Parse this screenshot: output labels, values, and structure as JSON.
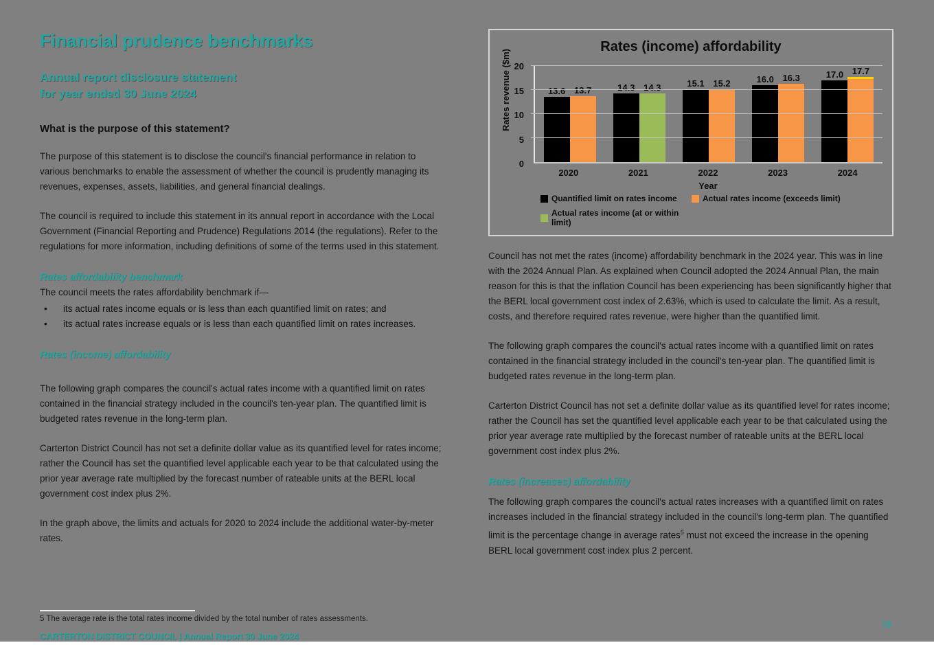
{
  "header": {
    "title": "Financial prudence benchmarks",
    "subtitle_line1": "Annual report disclosure statement",
    "subtitle_line2": "for year ended 30 June 2024"
  },
  "left_column": {
    "purpose_heading": "What is the purpose of this statement?",
    "purpose_p1": "The purpose of this statement is to disclose the council's financial performance in relation to various benchmarks to enable the assessment of whether the council is prudently managing its revenues, expenses, assets, liabilities, and general financial dealings.",
    "purpose_p2": "The council is required to include this statement in its annual report in accordance with the Local Government (Financial Reporting and Prudence) Regulations 2014 (the regulations). Refer to the regulations for more information, including definitions of some of the terms used in this statement.",
    "benchmark_heading": "Rates affordability benchmark",
    "benchmark_intro": "The council meets the rates affordability benchmark if—",
    "bullets": [
      "its actual rates income equals or is less than each quantified limit on rates; and",
      "its actual rates increase equals or is less than each quantified limit on rates increases."
    ],
    "income_heading": "Rates (income) affordability",
    "income_p1": "The following graph compares the council's actual rates income with a quantified limit on rates contained in the financial strategy included in the council's ten-year plan. The quantified limit is budgeted rates revenue in the long-term plan.",
    "income_p2": "Carterton District Council has not set a definite dollar value as its quantified level for rates income; rather the Council has set the quantified level applicable each year to be that calculated using the prior year average rate multiplied by the forecast number of rateable units at the BERL local government cost index plus 2%.",
    "income_p3": "In the graph above, the limits and actuals for 2020 to 2024 include the additional water-by-meter rates."
  },
  "right_column": {
    "p1": "Council has not met the rates (income) affordability benchmark in the 2024 year. This was in line with the 2024 Annual Plan. As explained when Council adopted the 2024 Annual Plan, the main reason for this is that the inflation Council has been experiencing has been significantly higher that the BERL local government cost index of 2.63%, which is used to calculate the limit. As a result, costs, and therefore required rates revenue, were higher than the quantified limit.",
    "p2": "The following graph compares the council's actual rates income with a quantified limit on rates contained in the financial strategy included in the council's ten-year plan. The quantified limit is budgeted rates revenue in the long-term plan.",
    "p3": "Carterton District Council has not set a definite dollar value as its quantified level for rates income; rather the Council has set the quantified level applicable each year to be that calculated using the prior year average rate multiplied by the forecast number of rateable units at the BERL local government cost index plus 2%.",
    "increases_heading": "Rates (increases) affordability",
    "p4_before": "The following graph compares the council's actual rates increases with a quantified limit on rates increases included in the financial strategy included in the council's long-term plan. The quantified limit is the percentage change in average rates",
    "p4_sup": "5",
    "p4_after": " must not exceed the increase in the opening BERL local government cost index plus 2 percent."
  },
  "footnote": {
    "text": "5 The average rate is the total rates income divided by the total number of rates assessments."
  },
  "footer": {
    "text": "CARTERTON DISTRICT COUNCIL | Annual Report 30 June 2024",
    "page_number": "79"
  },
  "colors": {
    "teal": "#23A5A0",
    "page_background": "#808080",
    "bar_black": "#000000",
    "bar_orange": "#F79646",
    "bar_green": "#9BBB59"
  },
  "chart_data": {
    "type": "bar",
    "title": "Rates (income) affordability",
    "xlabel": "Year",
    "ylabel": "Rates revenue ($m)",
    "ylim": [
      0,
      20
    ],
    "yticks": [
      0,
      5,
      10,
      15,
      20
    ],
    "grid": true,
    "legend_position": "bottom",
    "categories": [
      "2020",
      "2021",
      "2022",
      "2023",
      "2024"
    ],
    "series": [
      {
        "name": "Quantified limit on rates income",
        "color": "#000000",
        "values": [
          13.6,
          14.3,
          15.1,
          16.0,
          17.0
        ]
      },
      {
        "name": "Actual rates income",
        "colors": [
          "#F79646",
          "#9BBB59",
          "#F79646",
          "#F79646",
          "#F79646"
        ],
        "values": [
          13.7,
          14.3,
          15.2,
          16.3,
          17.7
        ],
        "top_edge_on_last": "#FFD200"
      }
    ],
    "legend": [
      {
        "label": "Quantified limit on rates income",
        "color": "#000000"
      },
      {
        "label": "Actual rates income (exceeds limit)",
        "color": "#F79646"
      },
      {
        "label": "Actual rates income (at or within limit)",
        "color": "#9BBB59"
      }
    ]
  }
}
